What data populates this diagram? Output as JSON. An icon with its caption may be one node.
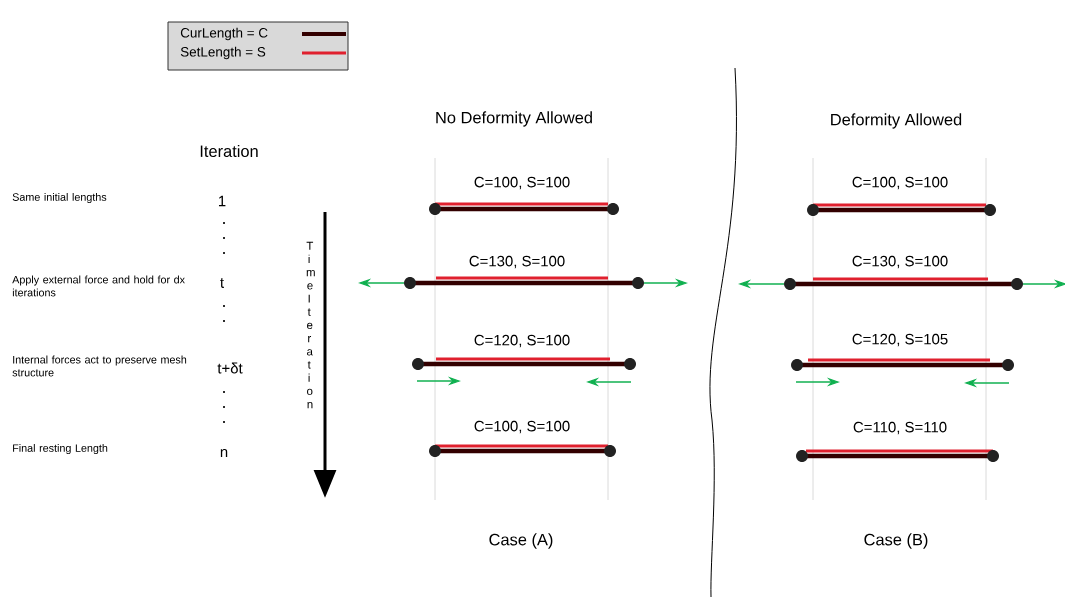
{
  "diagram": {
    "nodes": [
      {
        "text": [
          "C=100, S=100"
        ]
      },
      {
        "text": [
          "C=130, S=100"
        ]
      },
      {
        "text": [
          "C=120, S=100"
        ]
      },
      {
        "text": [
          "C=100, S=100"
        ]
      },
      {
        "text": [
          "C=100, S=100"
        ]
      },
      {
        "text": [
          "C=130, S=100"
        ]
      },
      {
        "text": [
          "C=120, S=105"
        ]
      },
      {
        "text": [
          "C=110, S=110"
        ]
      }
    ],
    "labels": [
      "No Deformity Allowed",
      "Deformity Allowed",
      "Iteration",
      "Same initial lengths",
      "1",
      "Apply external force and hold for dx iterations",
      "t",
      "Internal forces act to preserve mesh structure",
      "t+δt",
      "Final resting Length",
      "n",
      "Time Iteration",
      "Case (A)",
      "Case (B)"
    ],
    "legend": [
      {
        "text": "CurLength = C"
      },
      {
        "text": "SetLength = S"
      }
    ]
  }
}
